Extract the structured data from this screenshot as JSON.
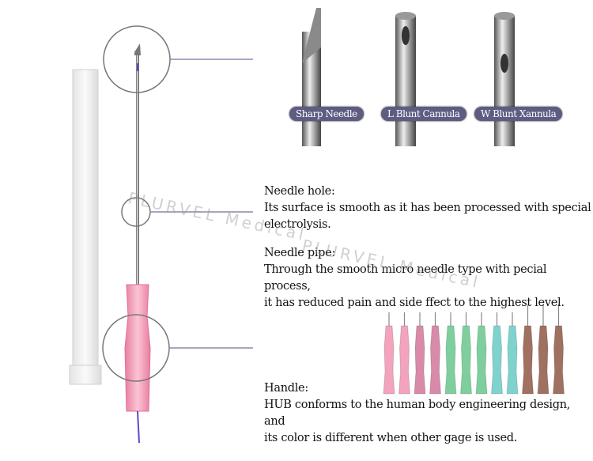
{
  "tip_labels": [
    "Sharp Needle",
    "L Blunt Cannula",
    "W Blunt Xannula"
  ],
  "sections": [
    {
      "title": "Needle hole:",
      "lines": [
        "Its surface is smooth as it has been processed with special",
        "electrolysis."
      ]
    },
    {
      "title": "Needle pipe:",
      "lines": [
        "Through the smooth micro needle type with pecial process,",
        "it has reduced pain and side ffect to the highest level."
      ]
    },
    {
      "title": "Handle:",
      "lines": [
        "HUB conforms to the human body engineering design, and",
        "its color is different when other gage is used."
      ]
    }
  ],
  "watermark": "PLURVEL Medical",
  "colors": {
    "pill": "#5e5c82",
    "hub_pink": "#f29ab5",
    "thread": "#5a4bc8",
    "callout": "#8a88b0"
  },
  "hub_colors": [
    "#f4a3bd",
    "#f4a3bd",
    "#d98aa8",
    "#d98aa8",
    "#7fcf9e",
    "#7fcf9e",
    "#7fcf9e",
    "#7fd3cf",
    "#7fd3cf",
    "#a07060",
    "#a07060",
    "#a07060"
  ]
}
